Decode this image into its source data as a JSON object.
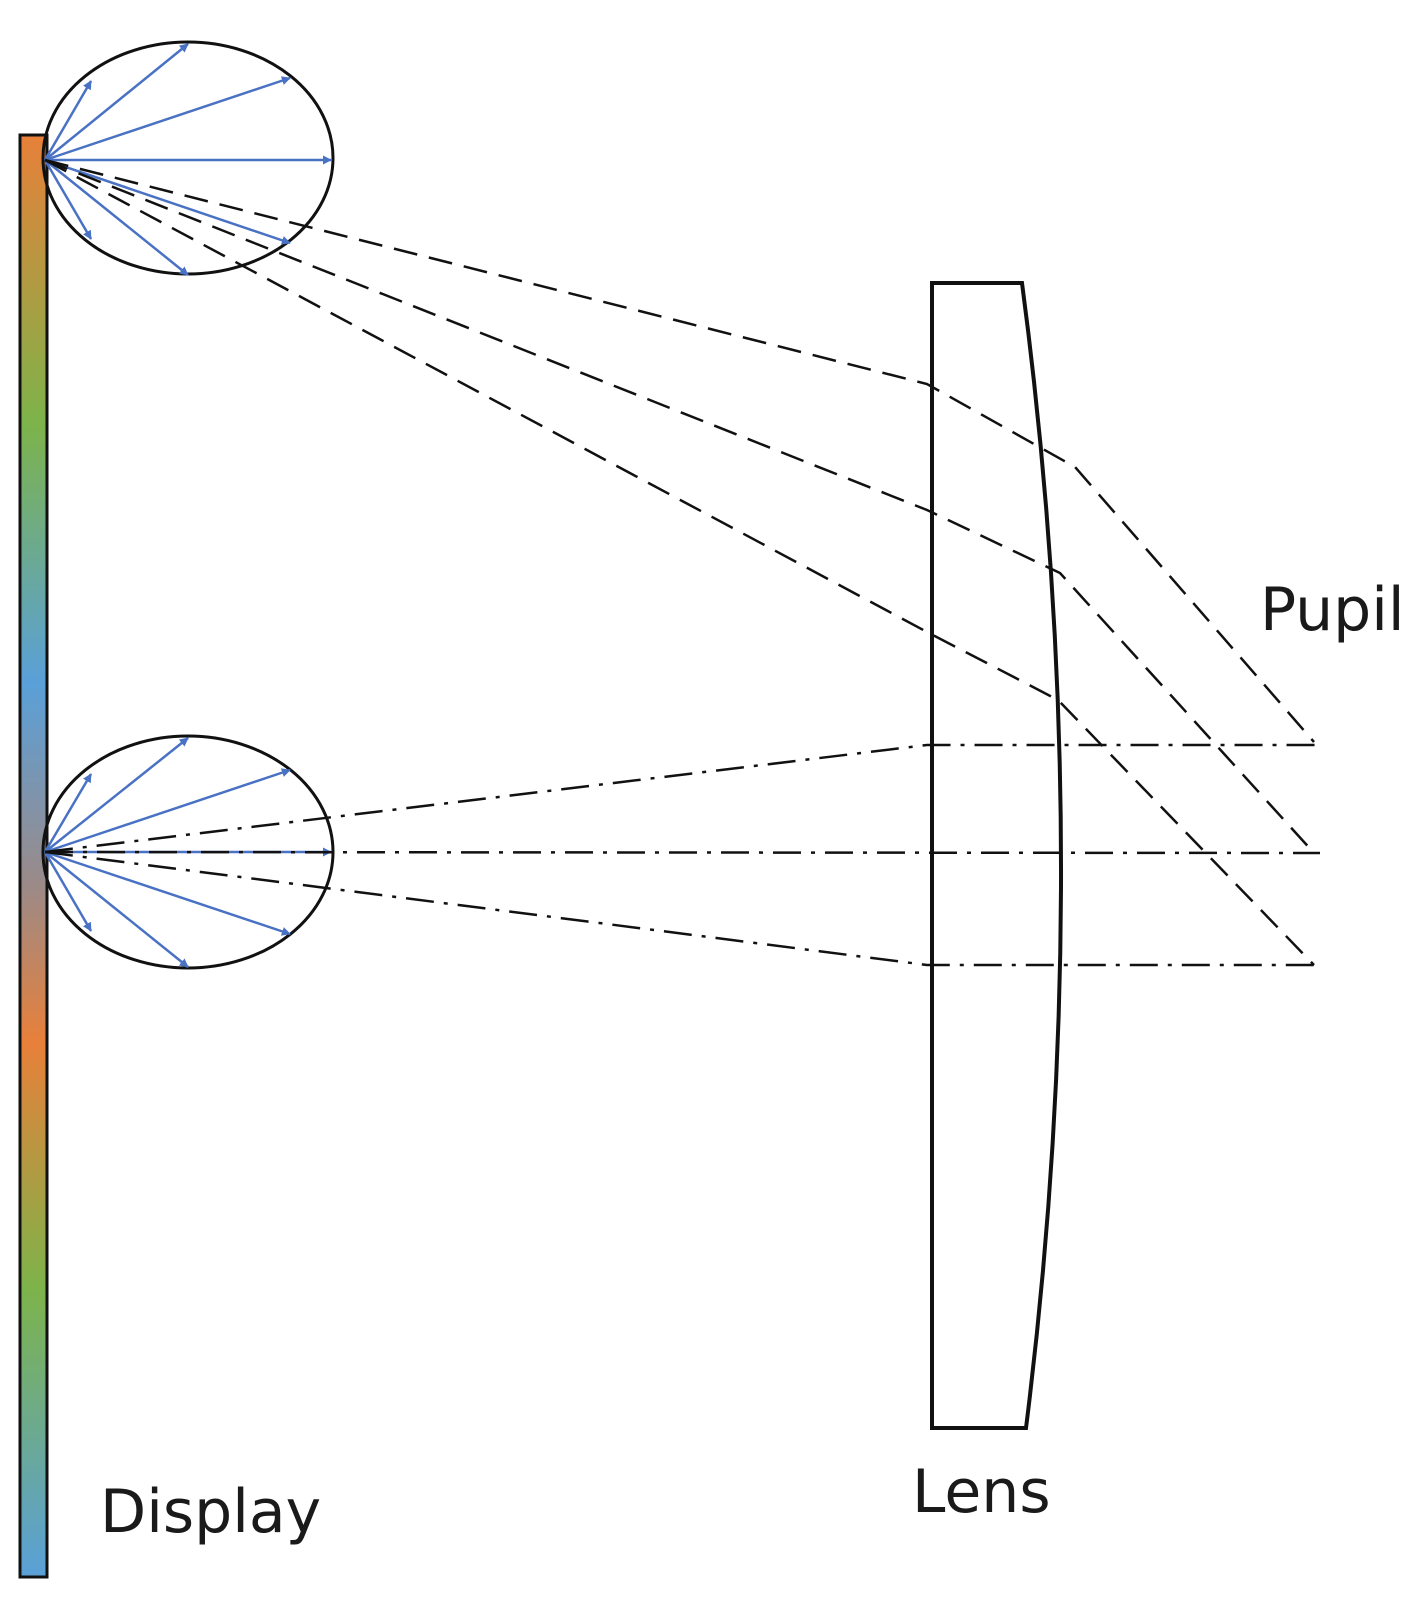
{
  "labels": {
    "display": "Display",
    "lens": "Lens",
    "pupil": "Pupil"
  },
  "colors": {
    "arrow": "#4a72c4",
    "stroke": "#111111",
    "display_gradient": [
      "#e8803a",
      "#7db34a",
      "#5aa0d8",
      "#e8803a",
      "#7db34a",
      "#5aa0d8"
    ]
  }
}
